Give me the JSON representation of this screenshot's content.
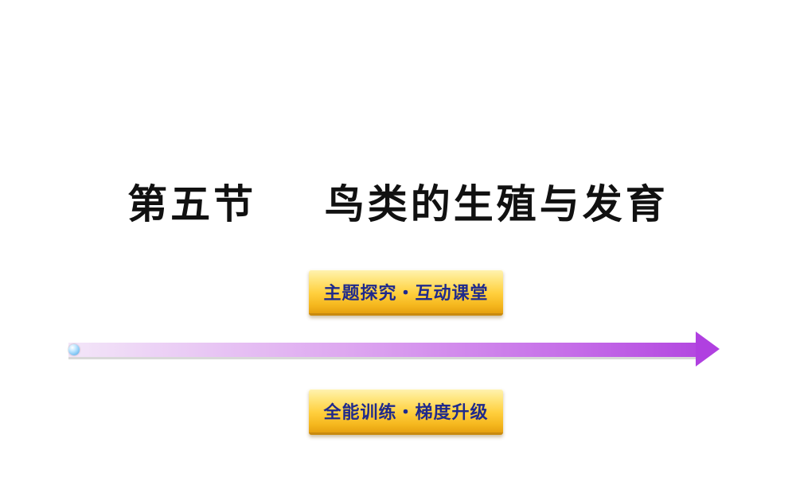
{
  "slide": {
    "title": "第五节    鸟类的生殖与发育",
    "buttons": {
      "explore_label": "主题探究・互动课堂",
      "training_label": "全能训练・梯度升级"
    },
    "colors": {
      "button_gold": "#ffcf3c",
      "button_text": "#1f2a8c",
      "arrow_purple": "#b348e0",
      "dot_blue": "#4aa8e8"
    },
    "icons": {
      "timeline": "arrow-right-icon",
      "start_marker": "circle-dot-icon"
    }
  }
}
